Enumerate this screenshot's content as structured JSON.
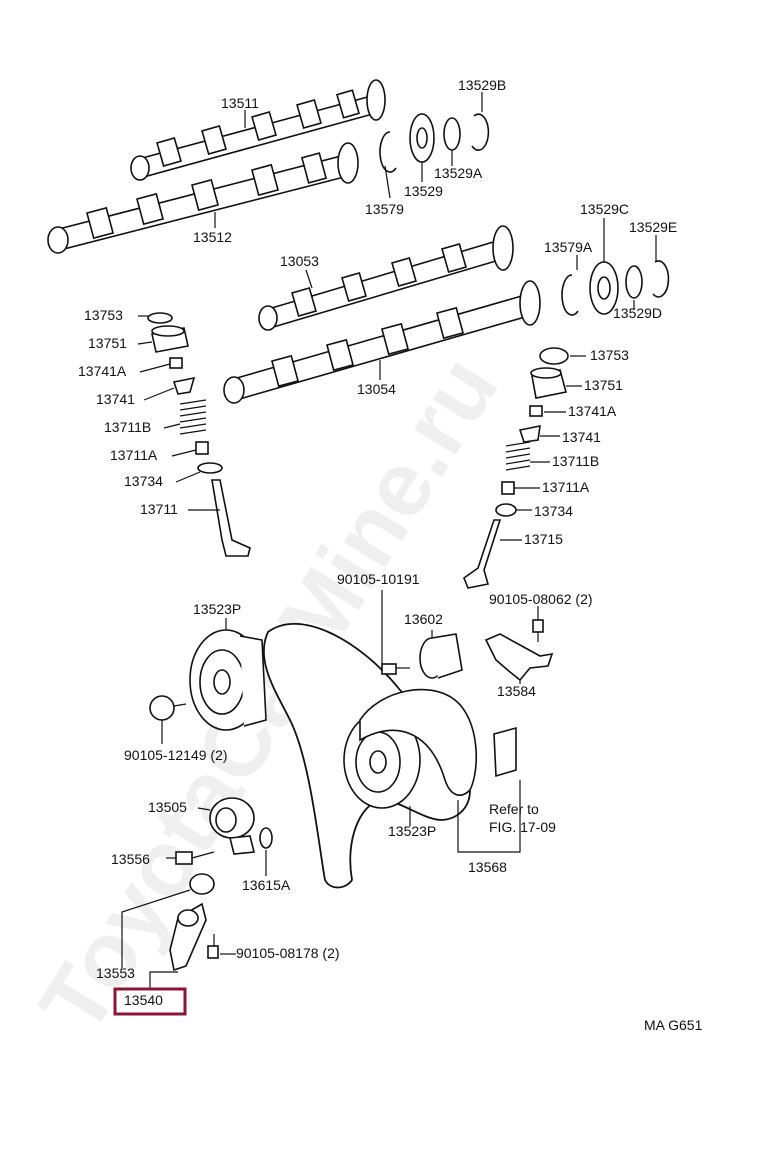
{
  "labels": {
    "p13511": "13511",
    "p13512": "13512",
    "p13529B": "13529B",
    "p13529A": "13529A",
    "p13529": "13529",
    "p13579": "13579",
    "p13053": "13053",
    "p13054": "13054",
    "p13529C": "13529C",
    "p13529E": "13529E",
    "p13579A": "13579A",
    "p13529D": "13529D",
    "p13753L": "13753",
    "p13751L": "13751",
    "p13741AL": "13741A",
    "p13741L": "13741",
    "p13711BL": "13711B",
    "p13711AL": "13711A",
    "p13734L": "13734",
    "p13711": "13711",
    "p13753R": "13753",
    "p13751R": "13751",
    "p13741AR": "13741A",
    "p13741R": "13741",
    "p13711BR": "13711B",
    "p13711AR": "13711A",
    "p13734R": "13734",
    "p13715": "13715",
    "p90105_10191": "90105-10191",
    "p13602": "13602",
    "p90105_08062": "90105-08062 (2)",
    "p13584": "13584",
    "p13523P_top": "13523P",
    "p90105_12149": "90105-12149 (2)",
    "p13505": "13505",
    "p13556": "13556",
    "p13615A": "13615A",
    "p13523P_mid": "13523P",
    "p13568": "13568",
    "refer1": "Refer to",
    "refer2": "FIG. 17-09",
    "p13553": "13553",
    "p90105_08178": "90105-08178 (2)",
    "p13540": "13540",
    "code": "MA G651"
  },
  "watermark": "ToyotaCarMine.ru",
  "colors": {
    "highlight": "#8a1538",
    "ink": "#111111"
  },
  "highlighted_part": "13540"
}
